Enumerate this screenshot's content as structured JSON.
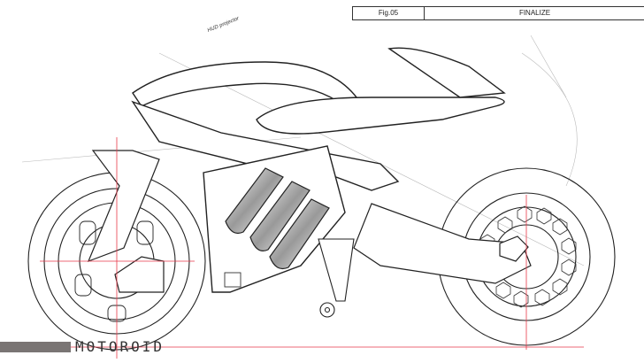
{
  "header": {
    "figure_label": "Fig.05",
    "stage_label": "FINALIZE"
  },
  "annotation": {
    "note": "HUD projector"
  },
  "footer": {
    "brand": "MOTOROID"
  },
  "colors": {
    "guide_line": "#e8394a",
    "ink": "#222222",
    "brand_bar": "#7a7574"
  }
}
